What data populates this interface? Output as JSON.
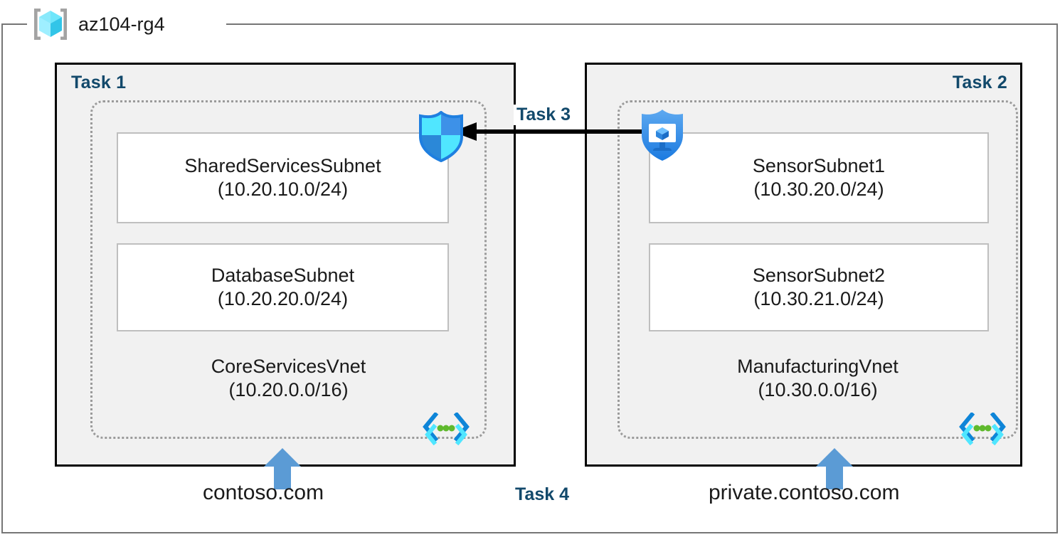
{
  "resource_group": {
    "name": "az104-rg4",
    "icon": "azure-resource-group-cube-icon"
  },
  "panels": [
    {
      "id": "task1",
      "label": "Task 1",
      "label_align": "left",
      "vnet": {
        "name": "CoreServicesVnet",
        "cidr": "(10.20.0.0/16)",
        "icon": "virtual-network-icon",
        "subnets": [
          {
            "name": "SharedServicesSubnet",
            "cidr": "(10.20.10.0/24)"
          },
          {
            "name": "DatabaseSubnet",
            "cidr": "(10.20.20.0/24)"
          }
        ]
      },
      "dns": {
        "label": "contoso.com",
        "arrow": "blue-up-arrow-icon"
      }
    },
    {
      "id": "task2",
      "label": "Task 2",
      "label_align": "right",
      "vnet": {
        "name": "ManufacturingVnet",
        "cidr": "(10.30.0.0/16)",
        "icon": "virtual-network-icon",
        "subnets": [
          {
            "name": "SensorSubnet1",
            "cidr": "(10.30.20.0/24)"
          },
          {
            "name": "SensorSubnet2",
            "cidr": "(10.30.21.0/24)"
          }
        ]
      },
      "dns": {
        "label": "private.contoso.com",
        "arrow": "blue-up-arrow-icon"
      }
    }
  ],
  "connections": {
    "peering": {
      "label": "Task 3",
      "direction": "right-to-left",
      "arrow_color": "#000000",
      "source_icon": "azure-bastion-shield-icon",
      "target_icon": "network-security-group-shield-icon"
    },
    "dns_zones": {
      "label": "Task 4"
    }
  },
  "colors": {
    "task_label": "#12496b",
    "panel_fill": "#f1f1f1",
    "panel_border": "#000000",
    "vnet_border": "#9b9b9b",
    "subnet_border": "#bfbfbf",
    "frame_border": "#767676",
    "dns_arrow": "#5b9bd5",
    "icon_cyan": "#50e6ff",
    "icon_blue": "#0078d4",
    "icon_green": "#5fb92d"
  }
}
